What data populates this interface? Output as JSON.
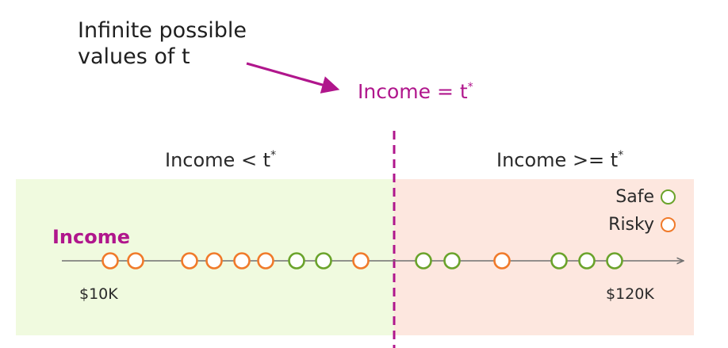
{
  "title": "Infinite possible values of t",
  "threshold_label": {
    "text": "Income = t",
    "sup": "*"
  },
  "left_label": {
    "text": "Income <  t",
    "sup": "*"
  },
  "right_label": {
    "text": "Income >= t",
    "sup": "*"
  },
  "axis_label": "Income",
  "min_label": "$10K",
  "max_label": "$120K",
  "legend": [
    {
      "label": "Safe",
      "class": "safe"
    },
    {
      "label": "Risky",
      "class": "risky"
    }
  ],
  "colors": {
    "safe": "#6aa32b",
    "risky": "#f07a2a",
    "threshold": "#b0168c",
    "left_region": "#f0fadf",
    "right_region": "#fde7df",
    "axis": "#707070"
  },
  "points": [
    {
      "class": "risky"
    },
    {
      "class": "risky"
    },
    {
      "class": "risky"
    },
    {
      "class": "risky"
    },
    {
      "class": "risky"
    },
    {
      "class": "risky"
    },
    {
      "class": "safe"
    },
    {
      "class": "safe"
    },
    {
      "class": "risky"
    },
    {
      "class": "safe"
    },
    {
      "class": "safe"
    },
    {
      "class": "risky"
    },
    {
      "class": "safe"
    },
    {
      "class": "safe"
    },
    {
      "class": "safe"
    }
  ]
}
